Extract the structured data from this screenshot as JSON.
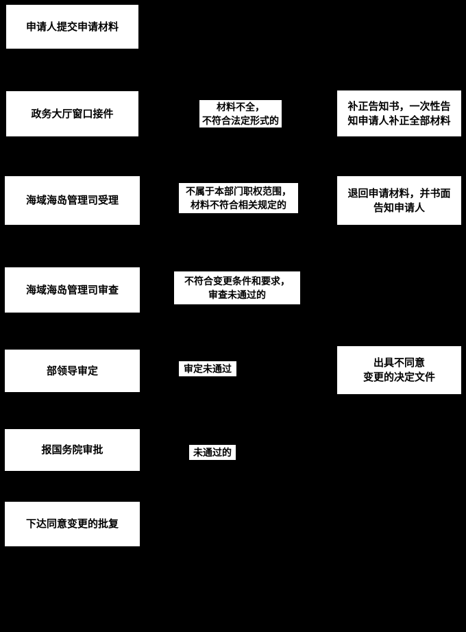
{
  "page": {
    "background_color": "#000000",
    "box_fill_color": "#ffffff",
    "text_color": "#000000"
  },
  "flow": {
    "left_nodes": [
      {
        "label": "申请人提交申请材料"
      },
      {
        "label": "政务大厅窗口接件"
      },
      {
        "label": "海域海岛管理司受理"
      },
      {
        "label": "海域海岛管理司审查"
      },
      {
        "label": "部领导审定"
      },
      {
        "label": "报国务院审批"
      },
      {
        "label": "下达同意变更的批复"
      }
    ],
    "middle_labels": [
      {
        "lines": [
          "材料不全，",
          "不符合法定形式的"
        ]
      },
      {
        "lines": [
          "不属于本部门职权范围，",
          "材料不符合相关规定的"
        ]
      },
      {
        "lines": [
          "不符合变更条件和要求，",
          "审查未通过的"
        ]
      },
      {
        "lines": [
          "审定未通过"
        ]
      },
      {
        "lines": [
          "未通过的"
        ]
      }
    ],
    "right_nodes": [
      {
        "lines": [
          "补正告知书，一次性告",
          "知申请人补正全部材料"
        ]
      },
      {
        "lines": [
          "退回申请材料，并书面",
          "告知申请人"
        ]
      },
      {
        "lines": [
          "出具不同意",
          "变更的决定文件"
        ]
      }
    ]
  }
}
